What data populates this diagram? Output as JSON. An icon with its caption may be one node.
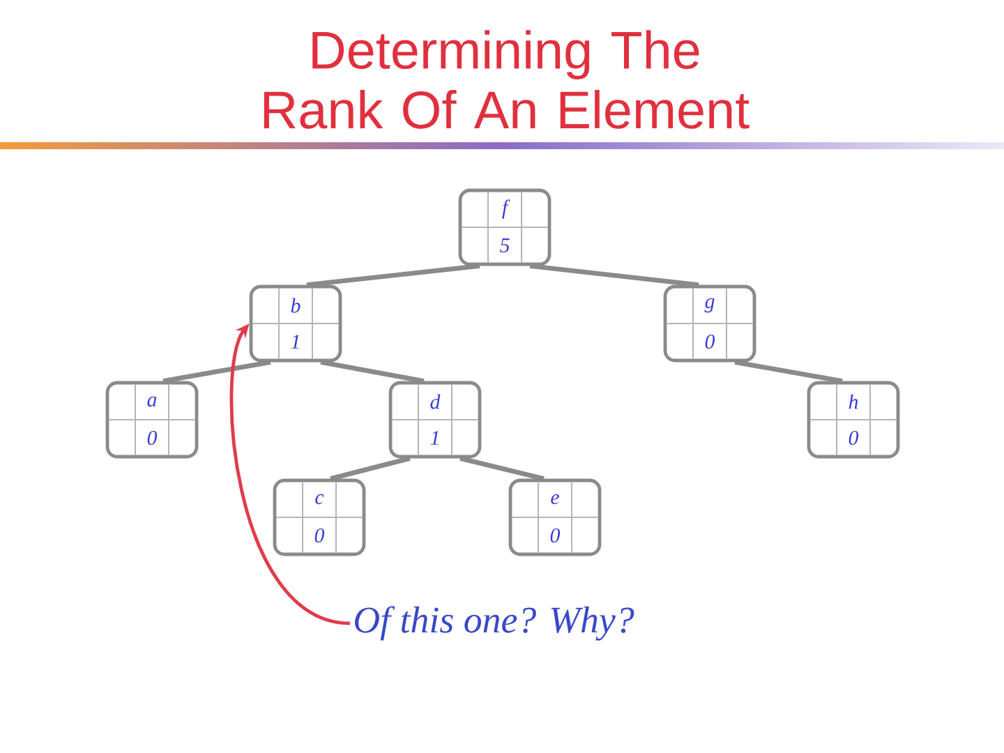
{
  "diagram": {
    "title": "Determining The Rank Of An Element",
    "nodes": [
      {
        "text": [
          "f",
          "5"
        ]
      },
      {
        "text": [
          "b",
          "1"
        ]
      },
      {
        "text": [
          "g",
          "0"
        ]
      },
      {
        "text": [
          "a",
          "0"
        ]
      },
      {
        "text": [
          "d",
          "1"
        ]
      },
      {
        "text": [
          "h",
          "0"
        ]
      },
      {
        "text": [
          "c",
          "0"
        ]
      },
      {
        "text": [
          "e",
          "0"
        ]
      },
      {
        "text": [
          "Of this one? Why?"
        ]
      }
    ],
    "edges": [
      {
        "from": 0,
        "to": 1,
        "arrow": "none"
      },
      {
        "from": 0,
        "to": 2,
        "arrow": "none"
      },
      {
        "from": 1,
        "to": 3,
        "arrow": "none"
      },
      {
        "from": 1,
        "to": 4,
        "arrow": "none"
      },
      {
        "from": 2,
        "to": 5,
        "arrow": "none"
      },
      {
        "from": 4,
        "to": 6,
        "arrow": "none"
      },
      {
        "from": 4,
        "to": 7,
        "arrow": "none"
      },
      {
        "from": 8,
        "to": 1,
        "arrow": "to",
        "color": "#e03c4a"
      }
    ]
  }
}
